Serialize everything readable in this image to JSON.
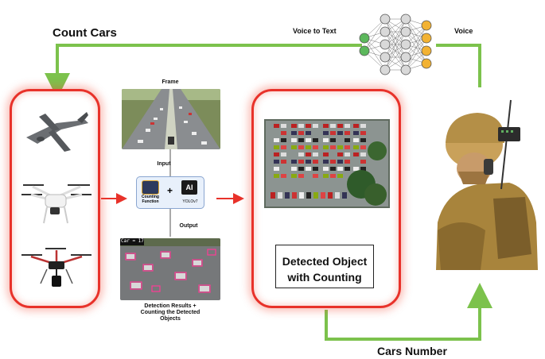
{
  "labels": {
    "count_cars": "Count Cars",
    "voice_to_text": "Voice to Text",
    "voice": "Voice",
    "frame": "Frame",
    "input": "Input",
    "output": "Output",
    "counting_function": "Counting Function",
    "yolo": "YOLOv7",
    "ai_chip_text": "AI",
    "plus": "+",
    "detection_results": "Detection Results + Counting the Detected Objects",
    "detected_object": "Detected Object with Counting",
    "cars_number": "Cars Number",
    "car_counter": "Car = 17"
  },
  "colors": {
    "flow_arrow": "#7cc24c",
    "red_arrow": "#e8322a",
    "node_input": "#5cb85c",
    "node_hidden": "#d9d9d9",
    "node_output": "#f2b233"
  }
}
